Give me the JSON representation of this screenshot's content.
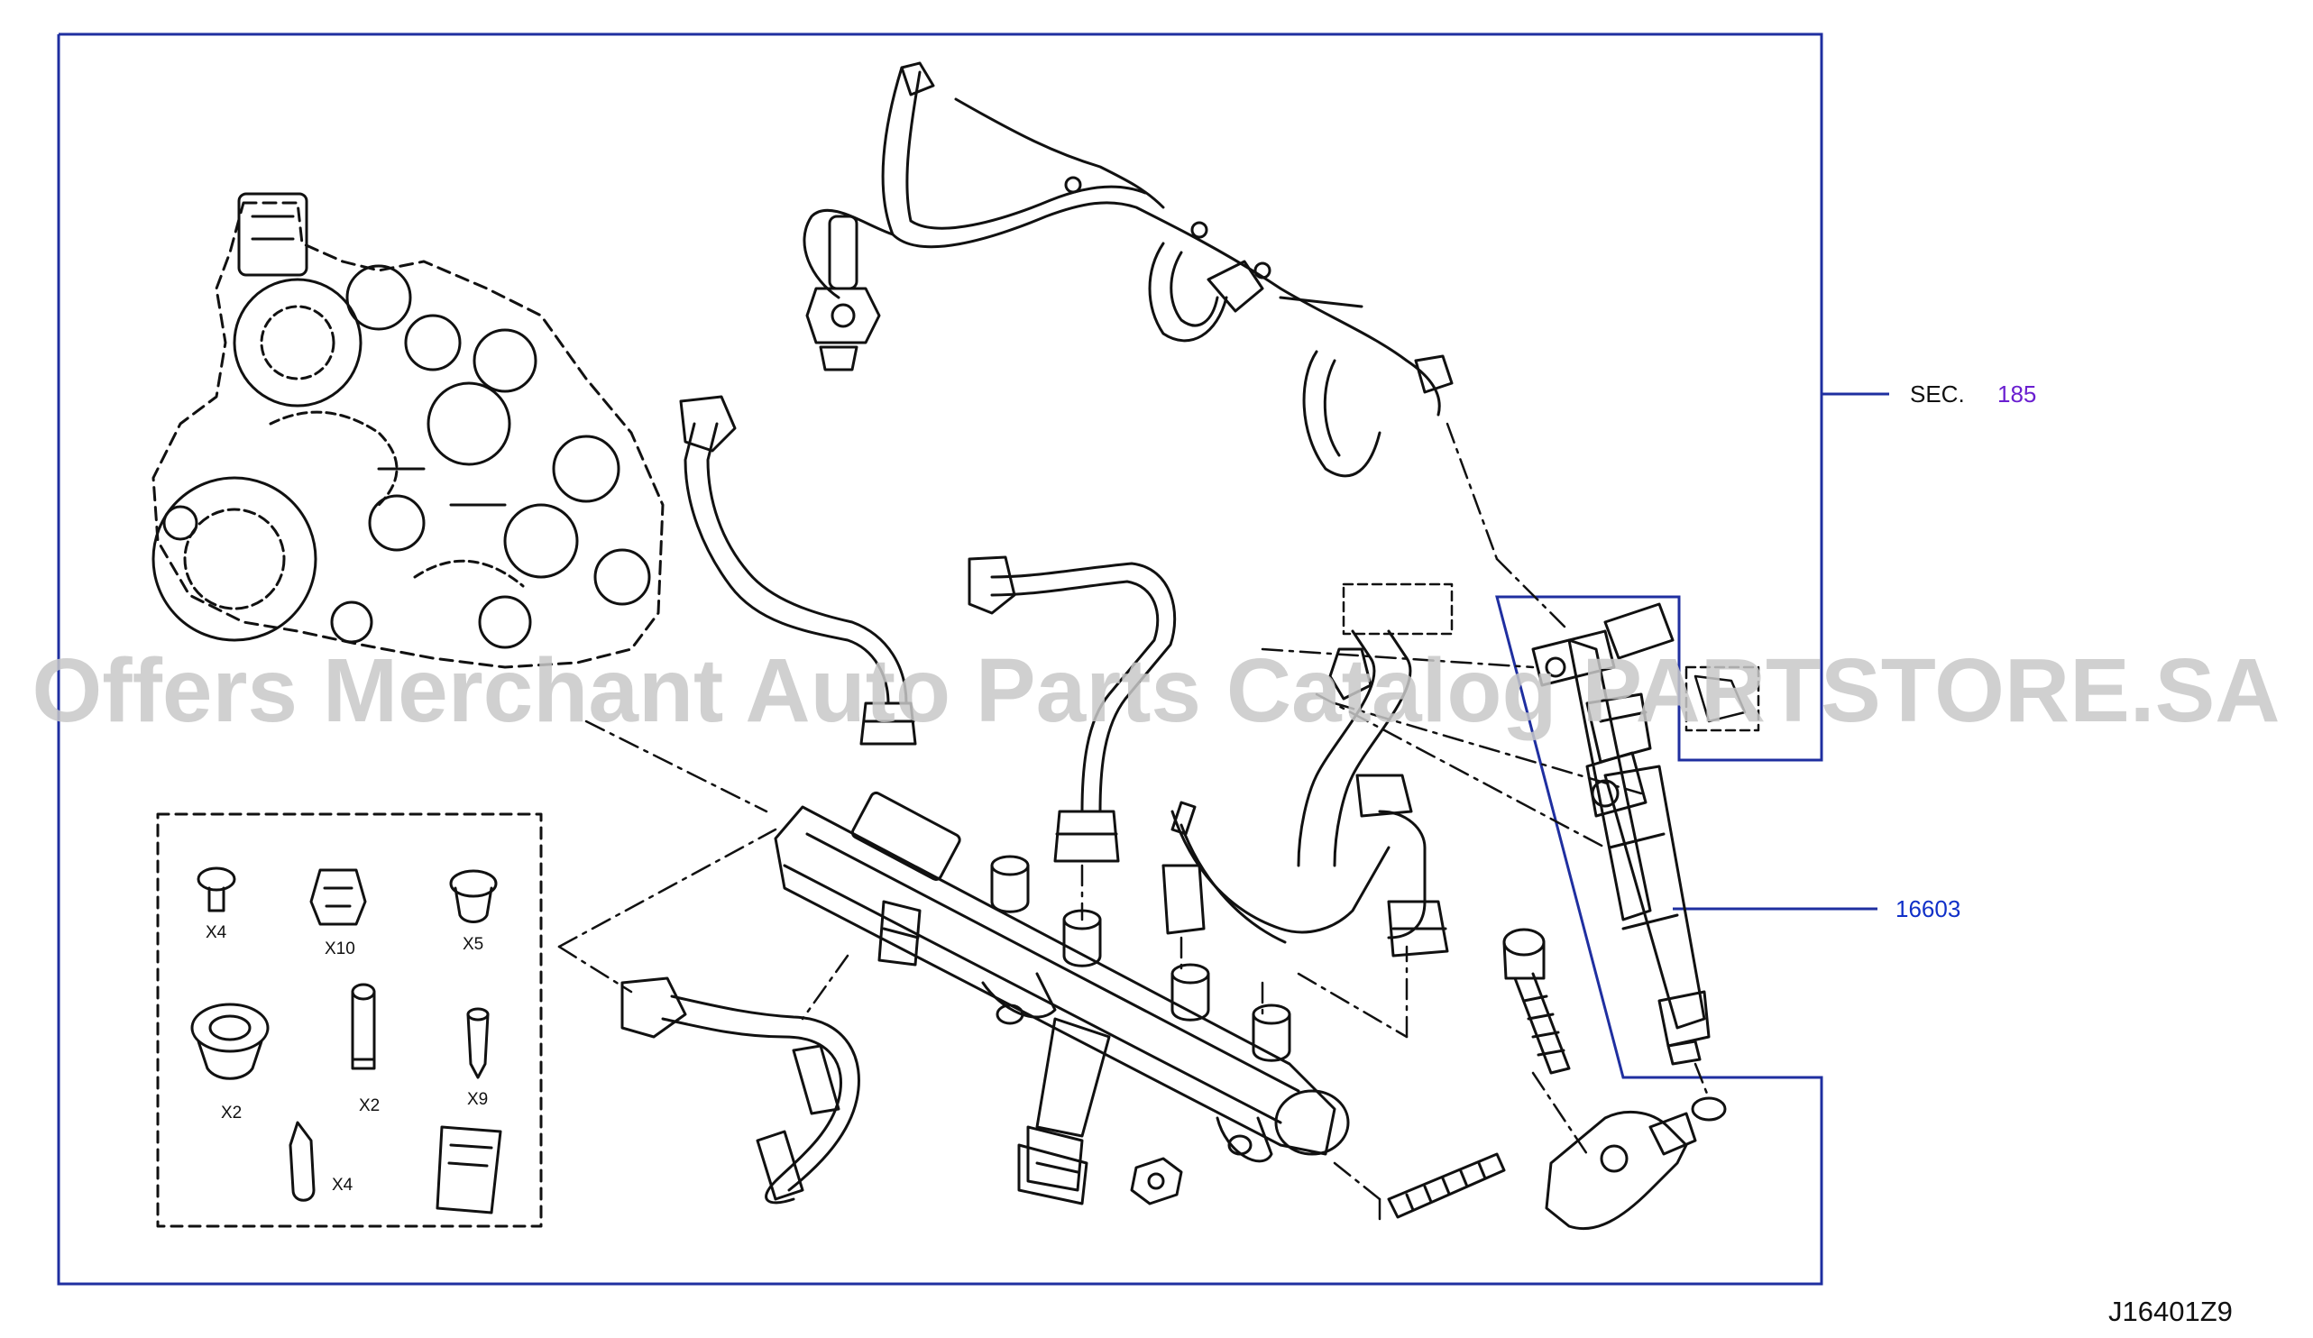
{
  "watermark": "Offers Merchant Auto Parts Catalog PARTSTORE.SA",
  "callouts": {
    "sec_prefix": "SEC.",
    "sec_number": "185",
    "part_number": "16603"
  },
  "kit_quantities": [
    "X4",
    "X10",
    "X5",
    "X2",
    "X2",
    "X9",
    "X4"
  ],
  "diagram_code": "J16401Z9",
  "colors": {
    "frame": "#1f2fa0",
    "link": "#6a1fd0",
    "part_number": "#1030c8",
    "line_art": "#111111",
    "watermark": "#c8c8c8"
  }
}
